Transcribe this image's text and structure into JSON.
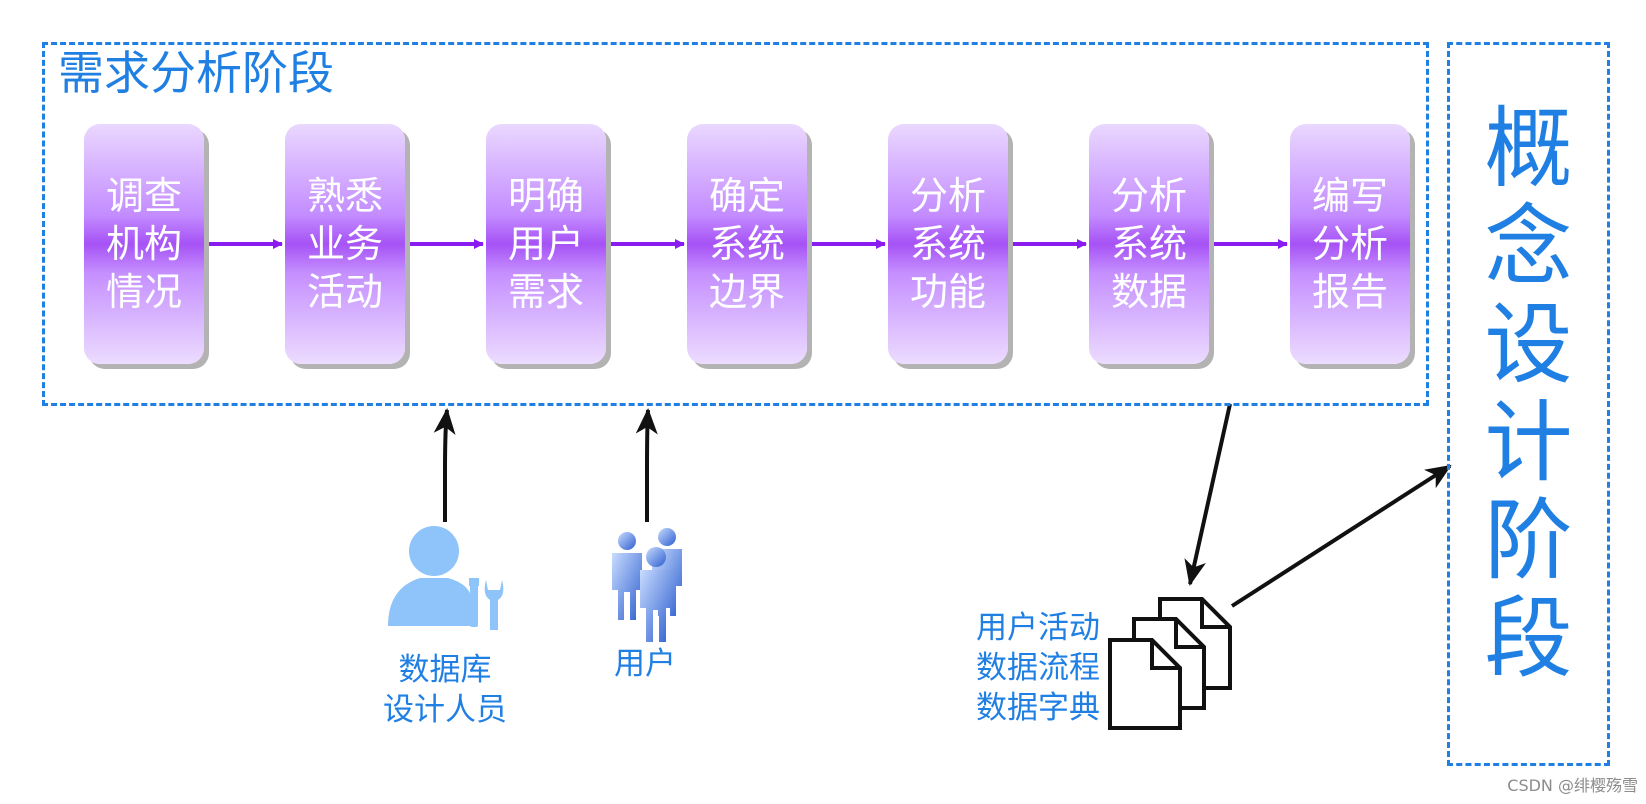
{
  "stages": {
    "requirement_title": "需求分析阶段",
    "concept_title": "概\n念\n设\n计\n阶\n段"
  },
  "steps": [
    {
      "label": "调查\n机构\n情况"
    },
    {
      "label": "熟悉\n业务\n活动"
    },
    {
      "label": "明确\n用户\n需求"
    },
    {
      "label": "确定\n系统\n边界"
    },
    {
      "label": "分析\n系统\n功能"
    },
    {
      "label": "分析\n系统\n数据"
    },
    {
      "label": "编写\n分析\n报告"
    }
  ],
  "actors": {
    "designer": "数据库\n设计人员",
    "user": "用户"
  },
  "outputs": {
    "label": "用户活动\n数据流程\n数据字典"
  },
  "colors": {
    "stage_border": "#1f7fe3",
    "text_blue": "#1f7fe3",
    "step_purple": "#a652f5",
    "flow_arrow": "#8a1cf0"
  },
  "icons": {
    "designer": "person-with-tools-icon",
    "user": "user-group-icon",
    "outputs": "documents-stack-icon"
  },
  "watermark": "CSDN @绯樱殇雪"
}
